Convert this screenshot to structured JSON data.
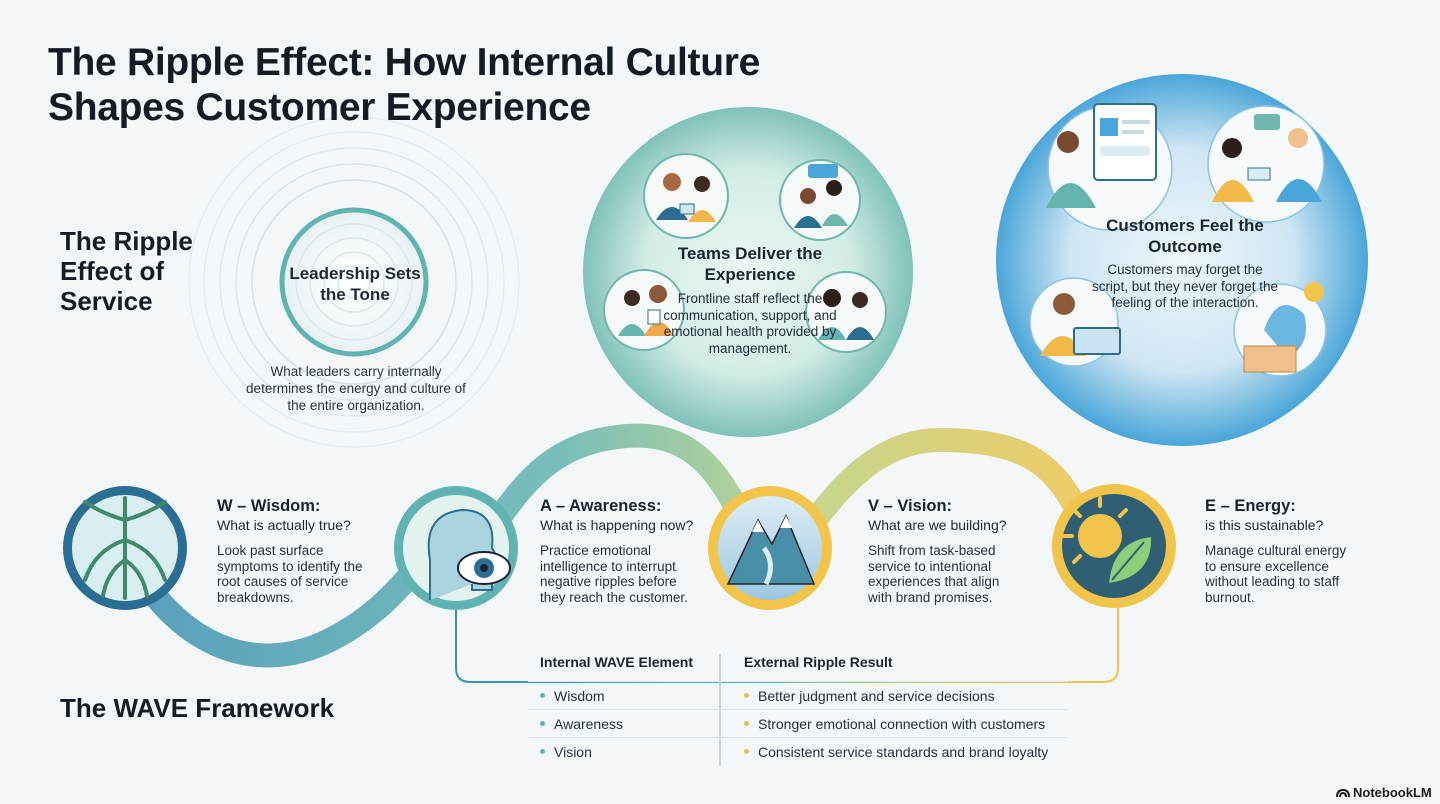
{
  "title": "The Ripple Effect: How Internal Culture Shapes Customer Experience",
  "ripple_section": {
    "title": "The Ripple Effect of Service",
    "leadership": {
      "heading": "Leadership Sets the Tone",
      "description": "What leaders carry internally determines the energy and culture of the entire organization."
    },
    "teams": {
      "heading": "Teams Deliver the Experience",
      "description": "Frontline staff reflect the communication, support, and emotional health provided by management."
    },
    "customers": {
      "heading": "Customers Feel the Outcome",
      "description": "Customers may forget the script, but they never forget the feeling of the interaction."
    }
  },
  "wave_section": {
    "title": "The WAVE Framework",
    "elements": [
      {
        "heading": "W – Wisdom:",
        "question": "What is actually true?",
        "description": "Look past surface symptoms to identify the root causes of service breakdowns.",
        "icon": "tree-roots-icon"
      },
      {
        "heading": "A – Awareness:",
        "question": "What is happening now?",
        "description": "Practice emotional intelligence to interrupt negative ripples before they reach the customer.",
        "icon": "head-eye-icon"
      },
      {
        "heading": "V – Vision:",
        "question": "What are we building?",
        "description": "Shift from task-based service to intentional experiences that align with brand promises.",
        "icon": "mountain-icon"
      },
      {
        "heading": "E – Energy:",
        "question": "is this sustainable?",
        "description": "Manage cultural energy to ensure excellence without leading to staff burnout.",
        "icon": "sun-leaf-icon"
      }
    ],
    "table": {
      "headers": [
        "Internal WAVE Element",
        "External Ripple Result"
      ],
      "rows": [
        [
          "Wisdom",
          "Better judgment and service decisions"
        ],
        [
          "Awareness",
          "Stronger emotional connection with customers"
        ],
        [
          "Vision",
          "Consistent service standards and brand loyalty"
        ]
      ]
    }
  },
  "colors": {
    "teal": "#5fb3b0",
    "blue": "#4aa6d8",
    "gold": "#f3c44a",
    "navy": "#2a6f93"
  },
  "brand": "NotebookLM"
}
